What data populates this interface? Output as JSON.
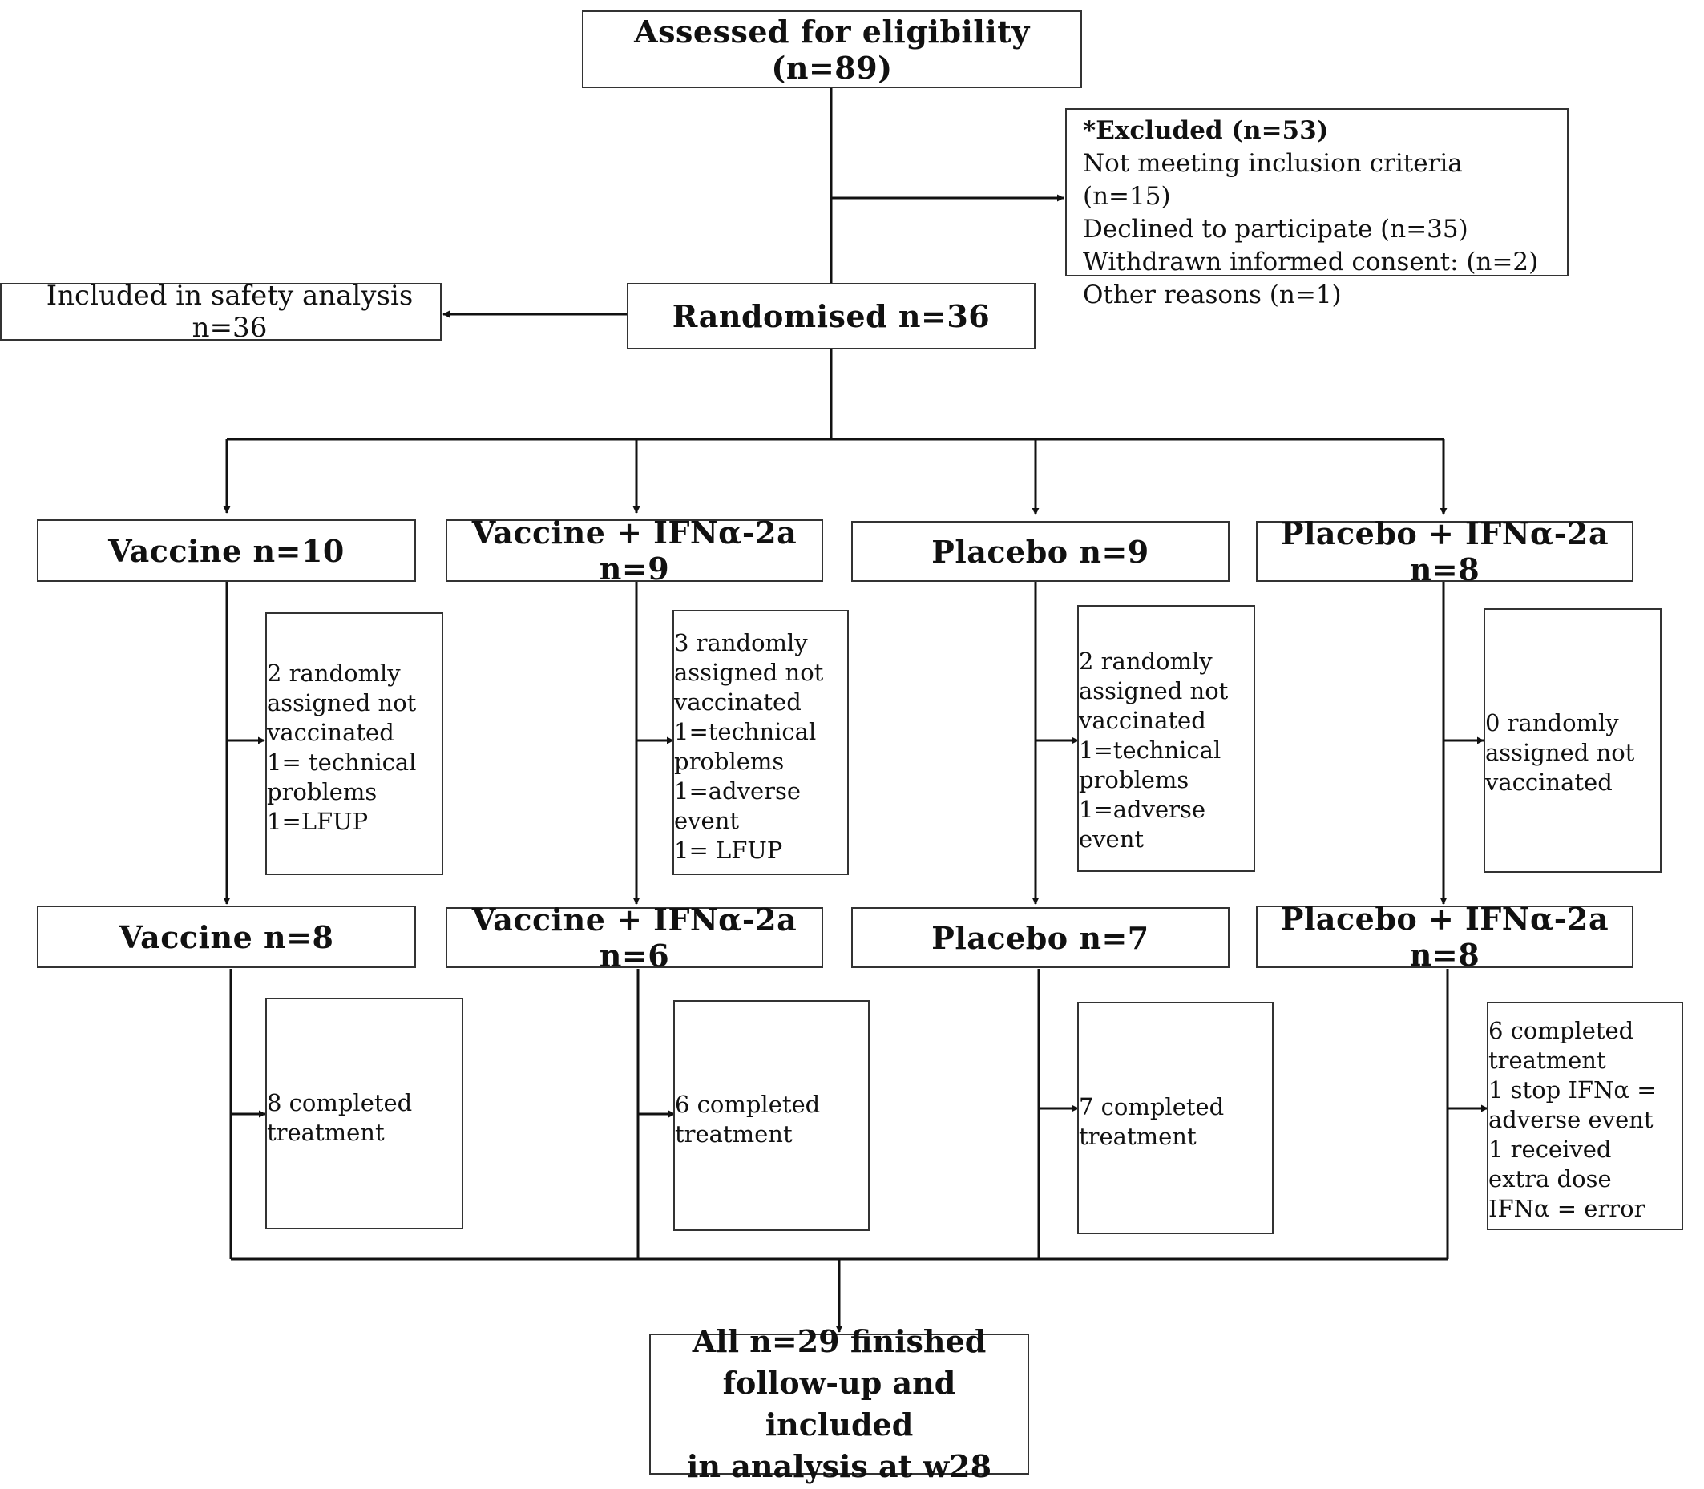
{
  "assessed": "Assessed for eligibility  (n=89)",
  "excluded": {
    "title": "*Excluded  (n=53)",
    "reasons": [
      "Not meeting inclusion criteria  (n=15)",
      "Declined to participate (n=35)",
      "Withdrawn informed consent: (n=2)",
      "Other reasons (n=1)"
    ]
  },
  "safety": "Included in safety analysis n=36",
  "randomised": "Randomised  n=36",
  "arms": [
    {
      "label": "Vaccine n=10",
      "notes": [
        "2 randomly",
        "assigned not",
        "vaccinated",
        "1= technical",
        "problems",
        "1=LFUP"
      ],
      "after": "Vaccine n=8",
      "completed": [
        "8 completed",
        "treatment"
      ]
    },
    {
      "label": "Vaccine + IFNα-2a n=9",
      "notes": [
        "3 randomly",
        "assigned not",
        "vaccinated",
        "1=technical",
        "problems",
        "1=adverse",
        "event",
        "1= LFUP"
      ],
      "after": "Vaccine + IFNα-2a n=6",
      "completed": [
        "6 completed",
        "treatment"
      ]
    },
    {
      "label": "Placebo n=9",
      "notes": [
        "2 randomly",
        "assigned not",
        "vaccinated",
        "1=technical",
        "problems",
        "1=adverse",
        "event"
      ],
      "after": "Placebo n=7",
      "completed": [
        "7 completed",
        "treatment"
      ]
    },
    {
      "label": "Placebo + IFNα-2a n=8",
      "notes": [
        "0 randomly",
        "assigned not",
        "vaccinated"
      ],
      "after": "Placebo + IFNα-2a n=8",
      "completed": [
        "6 completed",
        "treatment",
        "1 stop IFNα =",
        "adverse event",
        "1 received",
        "extra dose",
        "IFNα = error"
      ]
    }
  ],
  "final": [
    "All n=29 finished",
    "follow-up and included",
    "in analysis at w28"
  ]
}
